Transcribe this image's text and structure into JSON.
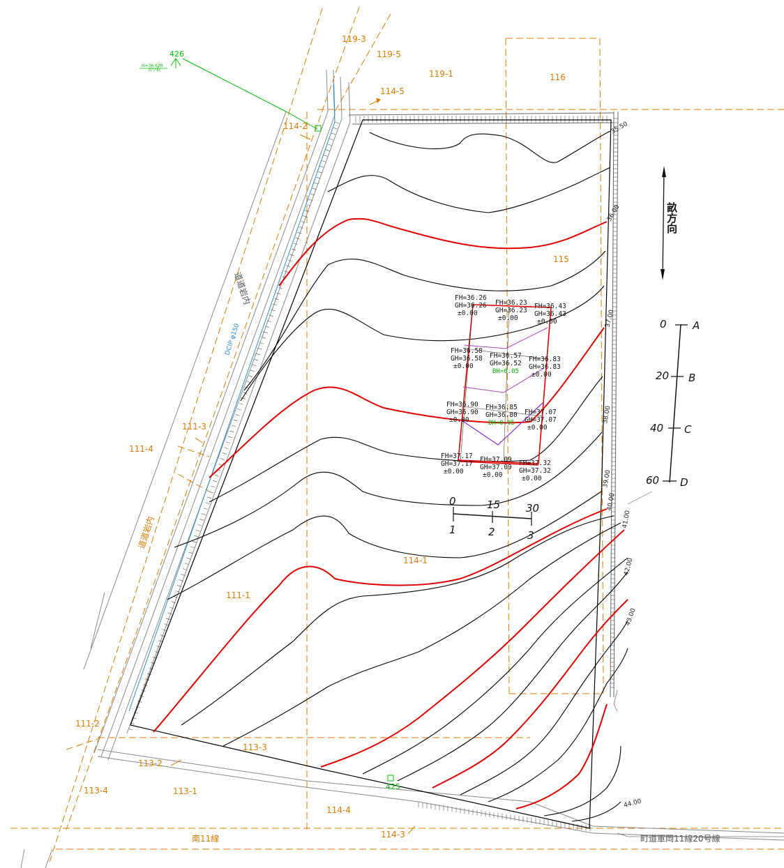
{
  "parcels": {
    "p119_3": "119-3",
    "p119_5": "119-5",
    "p119_1": "119-1",
    "p116": "116",
    "p114_5": "114-5",
    "p114_2": "114-2",
    "p115": "115",
    "p111_3": "111-3",
    "p111_4": "111-4",
    "p114_1": "114-1",
    "p111_1": "111-1",
    "p111_2": "111-2",
    "p113_3": "113-3",
    "p113_2": "113-2",
    "p113_4": "113-4",
    "p113_1": "113-1",
    "p114_4": "114-4",
    "p114_3": "114-3"
  },
  "roads": {
    "south11": "南11線",
    "town_road": "町道軍岡11線20号線",
    "road_left_upper": "道道岩内",
    "road_left_lower": "道道岩内",
    "pipe": "DCIP φ150"
  },
  "benchmarks": {
    "bm426": "426",
    "bm426_note1": "H=36.620",
    "bm426_note2": "ポリ杭",
    "bm425": "425"
  },
  "contour_labels": [
    "35.50",
    "36.00",
    "37.00",
    "38.00",
    "39.00",
    "40.00",
    "41.00",
    "42.00",
    "43.00",
    "44.00"
  ],
  "direction": {
    "label": "畝方向"
  },
  "ridge_scale": {
    "values": [
      "0",
      "20",
      "40",
      "60"
    ],
    "letters": [
      "A",
      "B",
      "C",
      "D"
    ]
  },
  "cross_scale": {
    "values": [
      "0",
      "15",
      "30"
    ],
    "numbers": [
      "1",
      "2",
      "3"
    ]
  },
  "grid_points": [
    {
      "fh": "FH=36.26",
      "gh": "GH=36.26",
      "diff": "±0.00"
    },
    {
      "fh": "FH=36.23",
      "gh": "GH=36.23",
      "diff": "±0.00"
    },
    {
      "fh": "FH=36.43",
      "gh": "GH=36.43",
      "diff": "±0.00"
    },
    {
      "fh": "FH=36.58",
      "gh": "GH=36.58",
      "diff": "±0.00"
    },
    {
      "fh": "FH=36.57",
      "gh": "GH=36.52",
      "diff": "BH=0.05"
    },
    {
      "fh": "FH=36.83",
      "gh": "GH=36.83",
      "diff": "±0.00"
    },
    {
      "fh": "FH=36.90",
      "gh": "GH=36.90",
      "diff": "±0.00"
    },
    {
      "fh": "FH=36.85",
      "gh": "GH=36.80",
      "diff": "BH=0.05"
    },
    {
      "fh": "FH=37.07",
      "gh": "GH=37.07",
      "diff": "±0.00"
    },
    {
      "fh": "FH=37.17",
      "gh": "GH=37.17",
      "diff": "±0.00"
    },
    {
      "fh": "FH=37.09",
      "gh": "GH=37.09",
      "diff": "±0.00"
    },
    {
      "fh": "FH=37.32",
      "gh": "GH=37.32",
      "diff": "±0.00"
    }
  ],
  "colors": {
    "parcel_line": "#e07b00",
    "contour_major": "#e00000",
    "contour_minor": "#000000",
    "grid_red": "#e00000",
    "grid_purple": "#8a2be2",
    "benchmark": "#00c000",
    "pipe": "#2a8bd8"
  }
}
